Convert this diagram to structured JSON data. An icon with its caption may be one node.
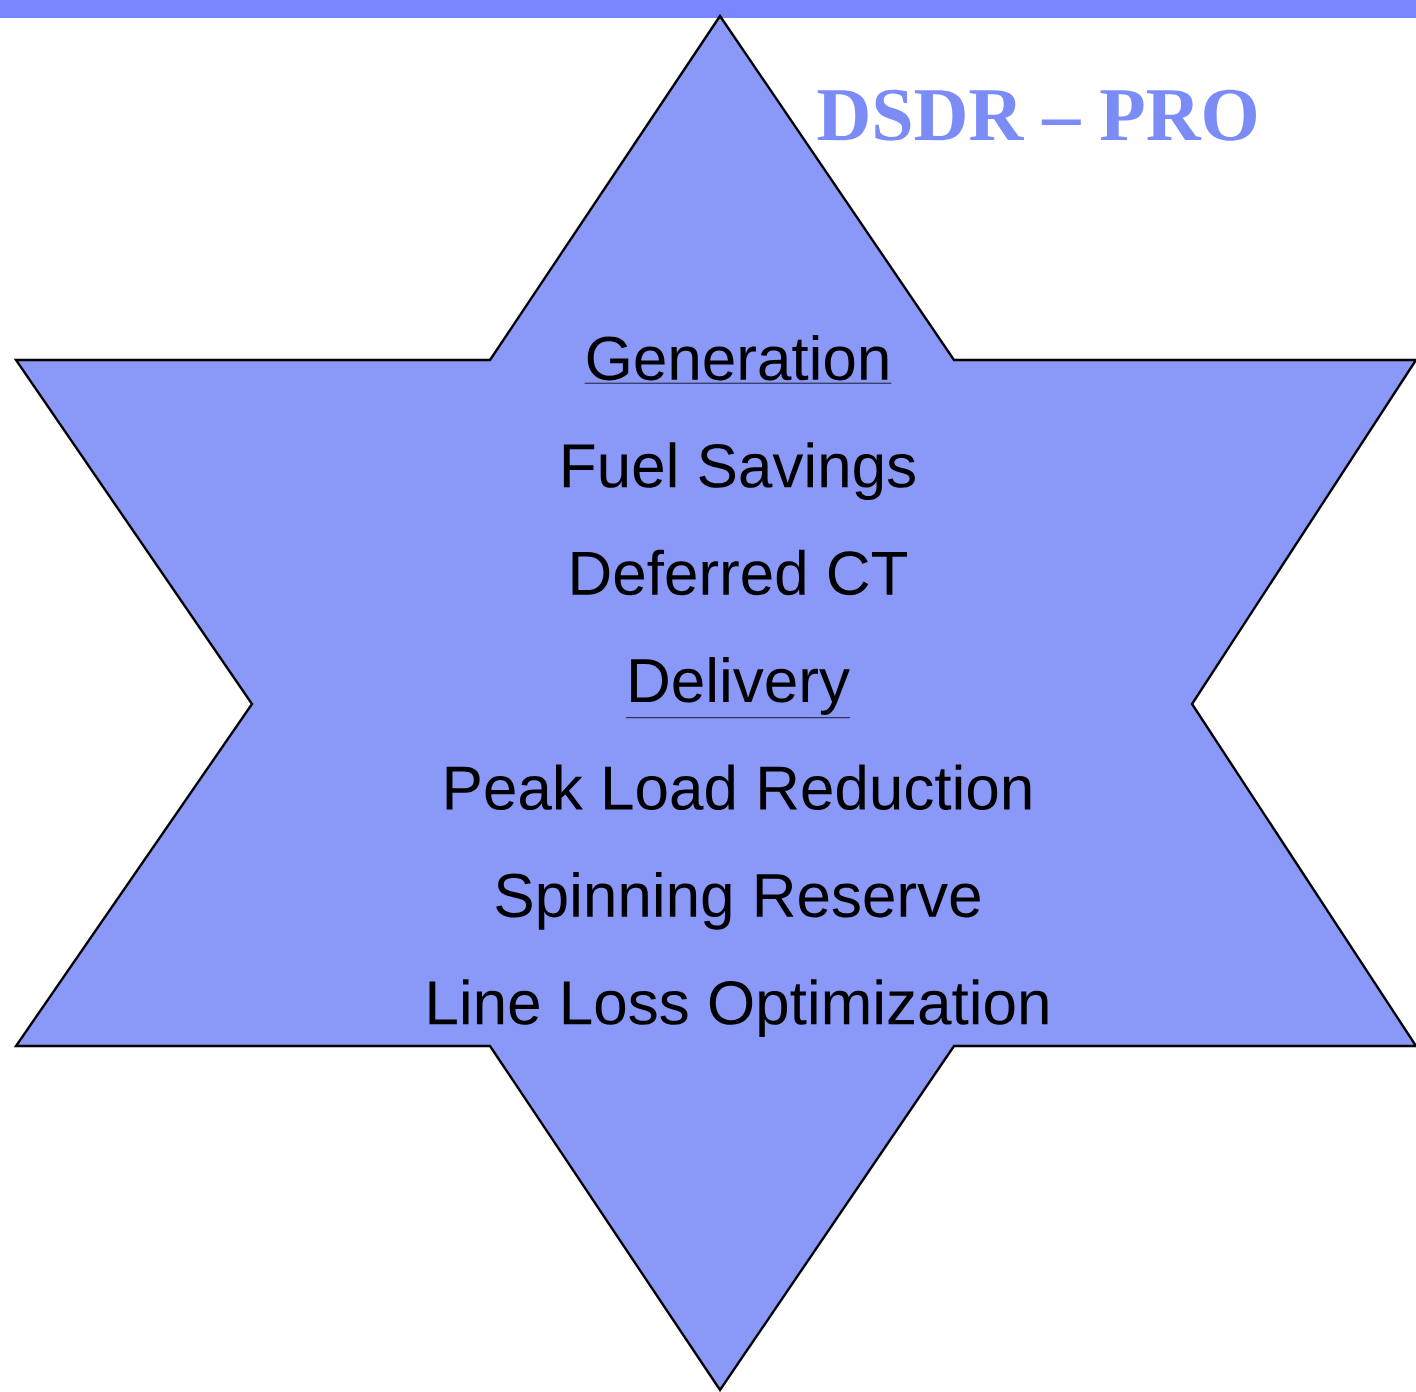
{
  "diagram": {
    "title": "DSDR – PRO",
    "nodes": [
      {
        "text": [
          "Generation",
          "Fuel Savings",
          "Deferred CT",
          "Delivery",
          "Peak Load Reduction",
          "Spinning Reserve",
          "Line Loss Optimization"
        ]
      }
    ]
  }
}
